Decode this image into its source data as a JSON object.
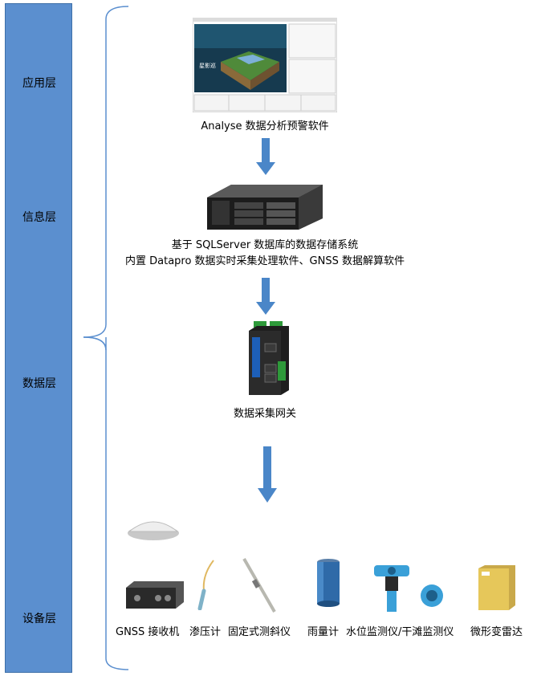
{
  "layers": [
    "应用层",
    "信息层",
    "数据层",
    "设备层"
  ],
  "app": {
    "caption": "Analyse 数据分析预警软件",
    "screen_title": "星影巡"
  },
  "info": {
    "caption_line1": "基于 SQLServer 数据库的数据存储系统",
    "caption_line2": "内置 Datapro 数据实时采集处理软件、GNSS 数据解算软件"
  },
  "data": {
    "caption": "数据采集网关"
  },
  "devices": [
    {
      "label": "GNSS 接收机",
      "icon": "gnss-receiver-icon"
    },
    {
      "label": "渗压计",
      "icon": "piezometer-icon"
    },
    {
      "label": "固定式测斜仪",
      "icon": "inclinometer-icon"
    },
    {
      "label": "雨量计",
      "icon": "rain-gauge-icon"
    },
    {
      "label": "水位监测仪/干滩监测仪",
      "icon": "water-level-monitor-icon"
    },
    {
      "label": "微形变雷达",
      "icon": "micro-deformation-radar-icon"
    }
  ],
  "colors": {
    "sidebar": "#5b8fcf",
    "arrow": "#4a86c8",
    "brace": "#5b8fcf"
  }
}
